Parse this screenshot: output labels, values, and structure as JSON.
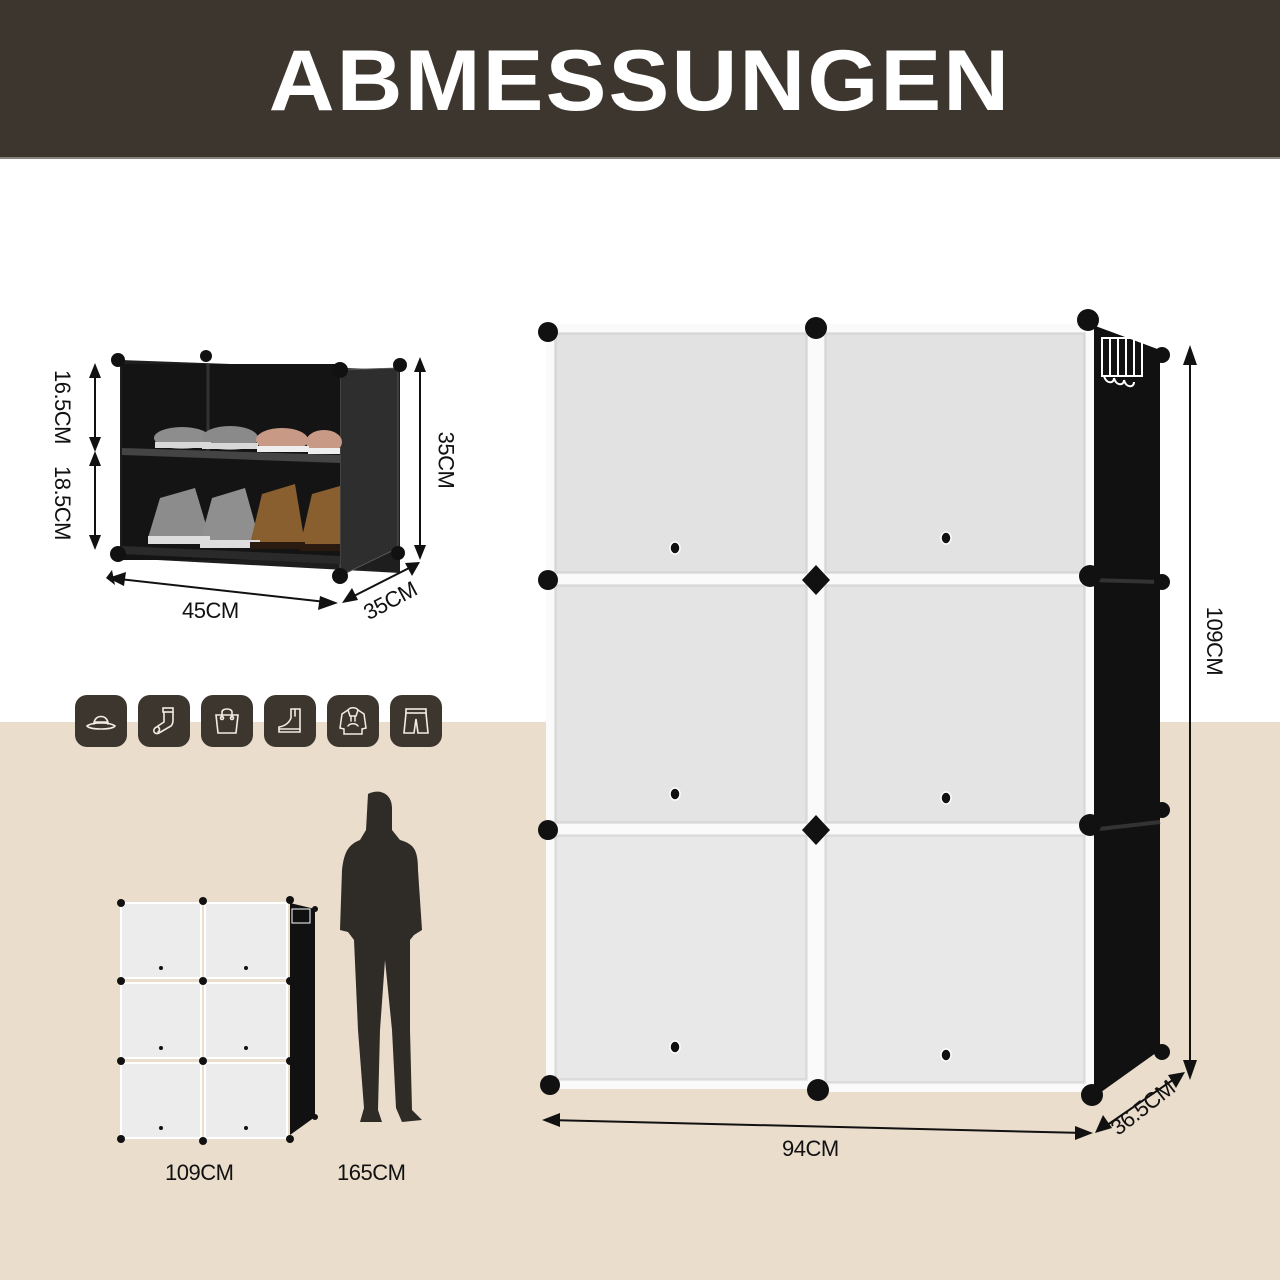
{
  "header": {
    "title": "ABMESSUNGEN",
    "background_color": "#3d362f",
    "text_color": "#ffffff"
  },
  "background": {
    "top_color": "#ffffff",
    "floor_color": "#eaddcc"
  },
  "shoe_rack": {
    "upper_compartment_height": "16.5CM",
    "lower_compartment_height": "18.5CM",
    "total_height": "35CM",
    "width": "45CM",
    "depth": "35CM"
  },
  "usage_icons": [
    {
      "name": "hat-icon",
      "label": "Hat"
    },
    {
      "name": "sock-icon",
      "label": "Sock"
    },
    {
      "name": "bag-icon",
      "label": "Bag"
    },
    {
      "name": "boot-icon",
      "label": "Boot"
    },
    {
      "name": "hoodie-icon",
      "label": "Hoodie"
    },
    {
      "name": "shorts-icon",
      "label": "Shorts"
    }
  ],
  "size_comparison": {
    "cabinet_height": "109CM",
    "person_height": "165CM"
  },
  "main_cabinet": {
    "height": "109CM",
    "width": "94CM",
    "depth": "36.5CM",
    "columns": 2,
    "rows": 3
  }
}
